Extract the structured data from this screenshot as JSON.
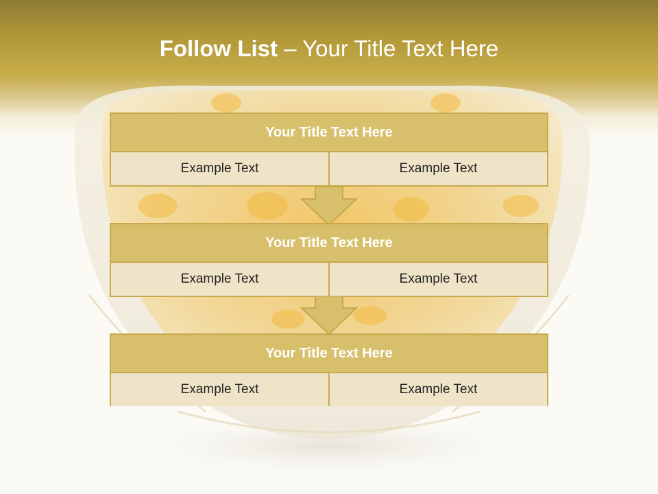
{
  "slide": {
    "title_bold": "Follow List",
    "title_rest": " – Your Title Text Here"
  },
  "blocks": [
    {
      "title": "Your Title Text Here",
      "left": "Example Text",
      "right": "Example Text"
    },
    {
      "title": "Your Title Text Here",
      "left": "Example Text",
      "right": "Example Text"
    },
    {
      "title": "Your Title Text Here",
      "left": "Example Text",
      "right": "Example Text"
    }
  ],
  "colors": {
    "header_gold": "#c8ad4a",
    "block_title_fill": "#d7bf6b",
    "block_cell_fill": "#efe4c7",
    "border": "#c7a94c"
  }
}
